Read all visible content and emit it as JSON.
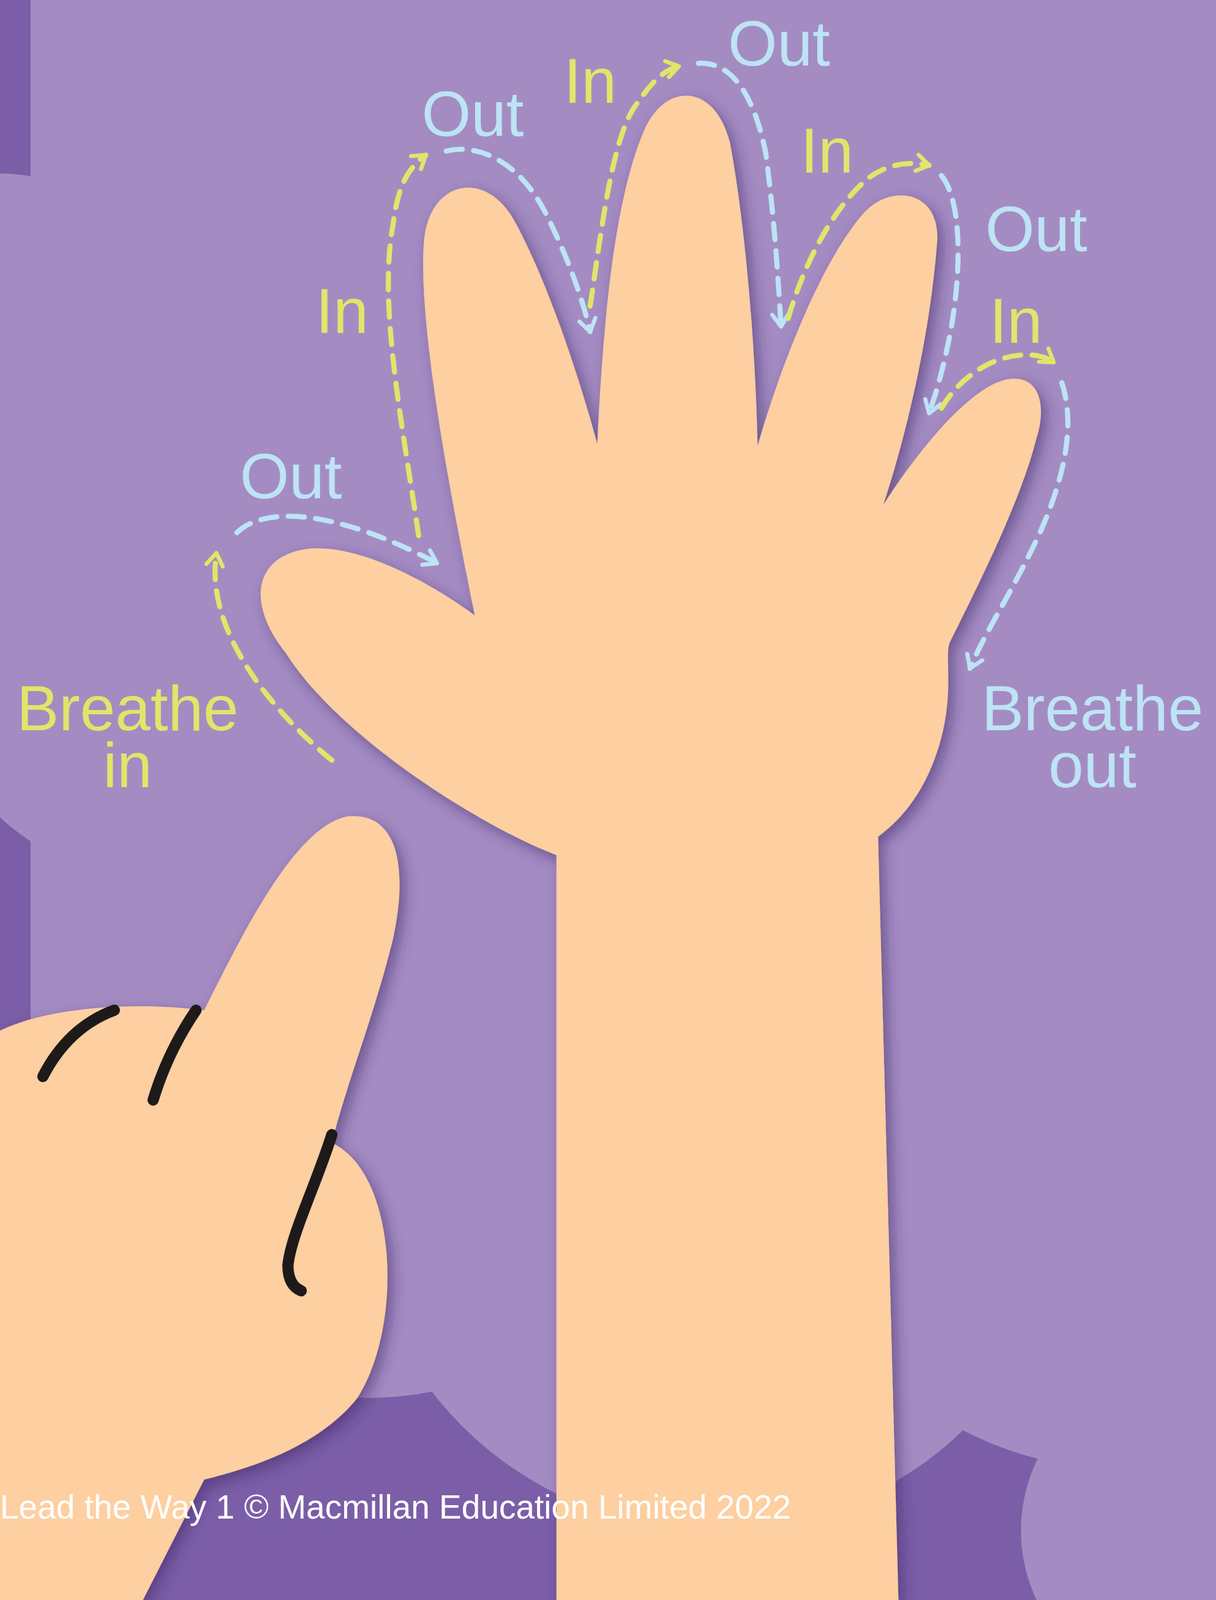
{
  "diagram": {
    "labels": [
      "Breathe in",
      "Out",
      "In",
      "Out",
      "In",
      "Out",
      "In",
      "Out",
      "In",
      "Breathe out",
      "Lead the Way 1 © Macmillan Education Limited 2022"
    ]
  }
}
